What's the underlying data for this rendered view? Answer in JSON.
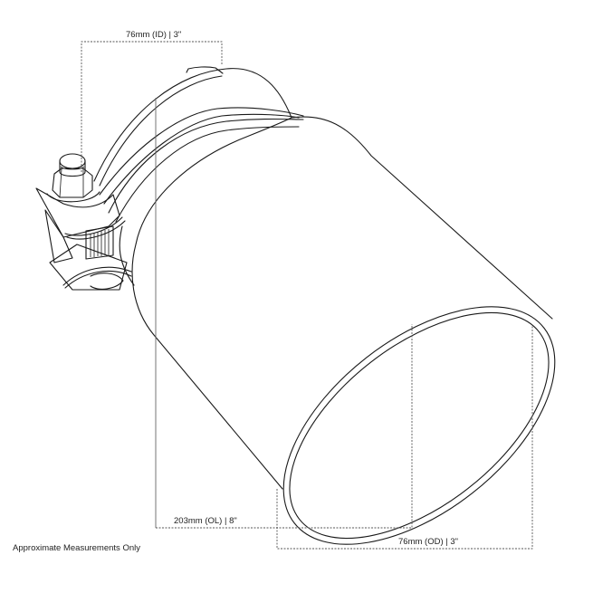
{
  "diagram": {
    "subject": "exhaust-tip-with-clamp",
    "line_color": "#1a1a1a",
    "dimension_line_color": "#555555",
    "background": "#ffffff"
  },
  "dimensions": {
    "inner_diameter": "76mm (ID) | 3\"",
    "overall_length": "203mm (OL) | 8\"",
    "outer_diameter": "76mm (OD) | 3\""
  },
  "footnote": "Approximate Measurements Only"
}
